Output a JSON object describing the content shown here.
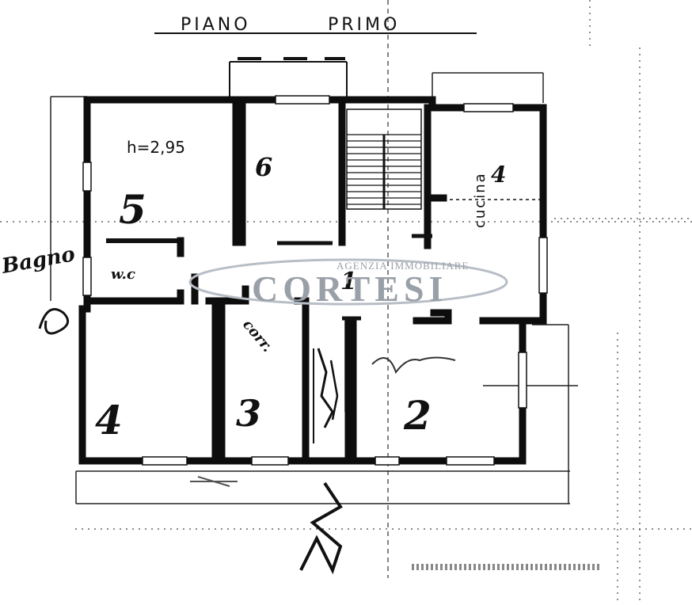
{
  "header": {
    "title_left": "PIANO",
    "title_right": "PRIMO"
  },
  "height_note": "h=2,95",
  "watermark": {
    "top": "AGENZIA IMMOBILIARE",
    "main": "CORTESI"
  },
  "rooms": {
    "r5": "5",
    "r6": "6",
    "stairs": "",
    "kitchen_num": "4",
    "kitchen_label": "cucina",
    "wc": "w.c",
    "hall": "1",
    "r4": "4",
    "corridor": "corr.",
    "r3": "3",
    "r2": "2",
    "bagno": "Bagno"
  },
  "colors": {
    "ink": "#111111",
    "watermark": "#9aa0a8"
  }
}
